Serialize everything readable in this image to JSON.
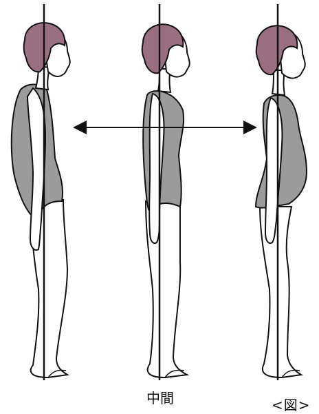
{
  "labels": {
    "middle": "中間",
    "figure": "<図>"
  },
  "colors": {
    "hair": "#9a6f82",
    "leotard": "#9b9b9b",
    "skin": "#ffffff",
    "outline": "#111111",
    "plumb_line": "#111111"
  },
  "figures": [
    {
      "posture": "slouched",
      "icon": "person-side-view"
    },
    {
      "posture": "neutral",
      "icon": "person-side-view"
    },
    {
      "posture": "sway-back",
      "icon": "person-side-view"
    }
  ],
  "arrow": {
    "direction": "bidirectional-horizontal"
  }
}
